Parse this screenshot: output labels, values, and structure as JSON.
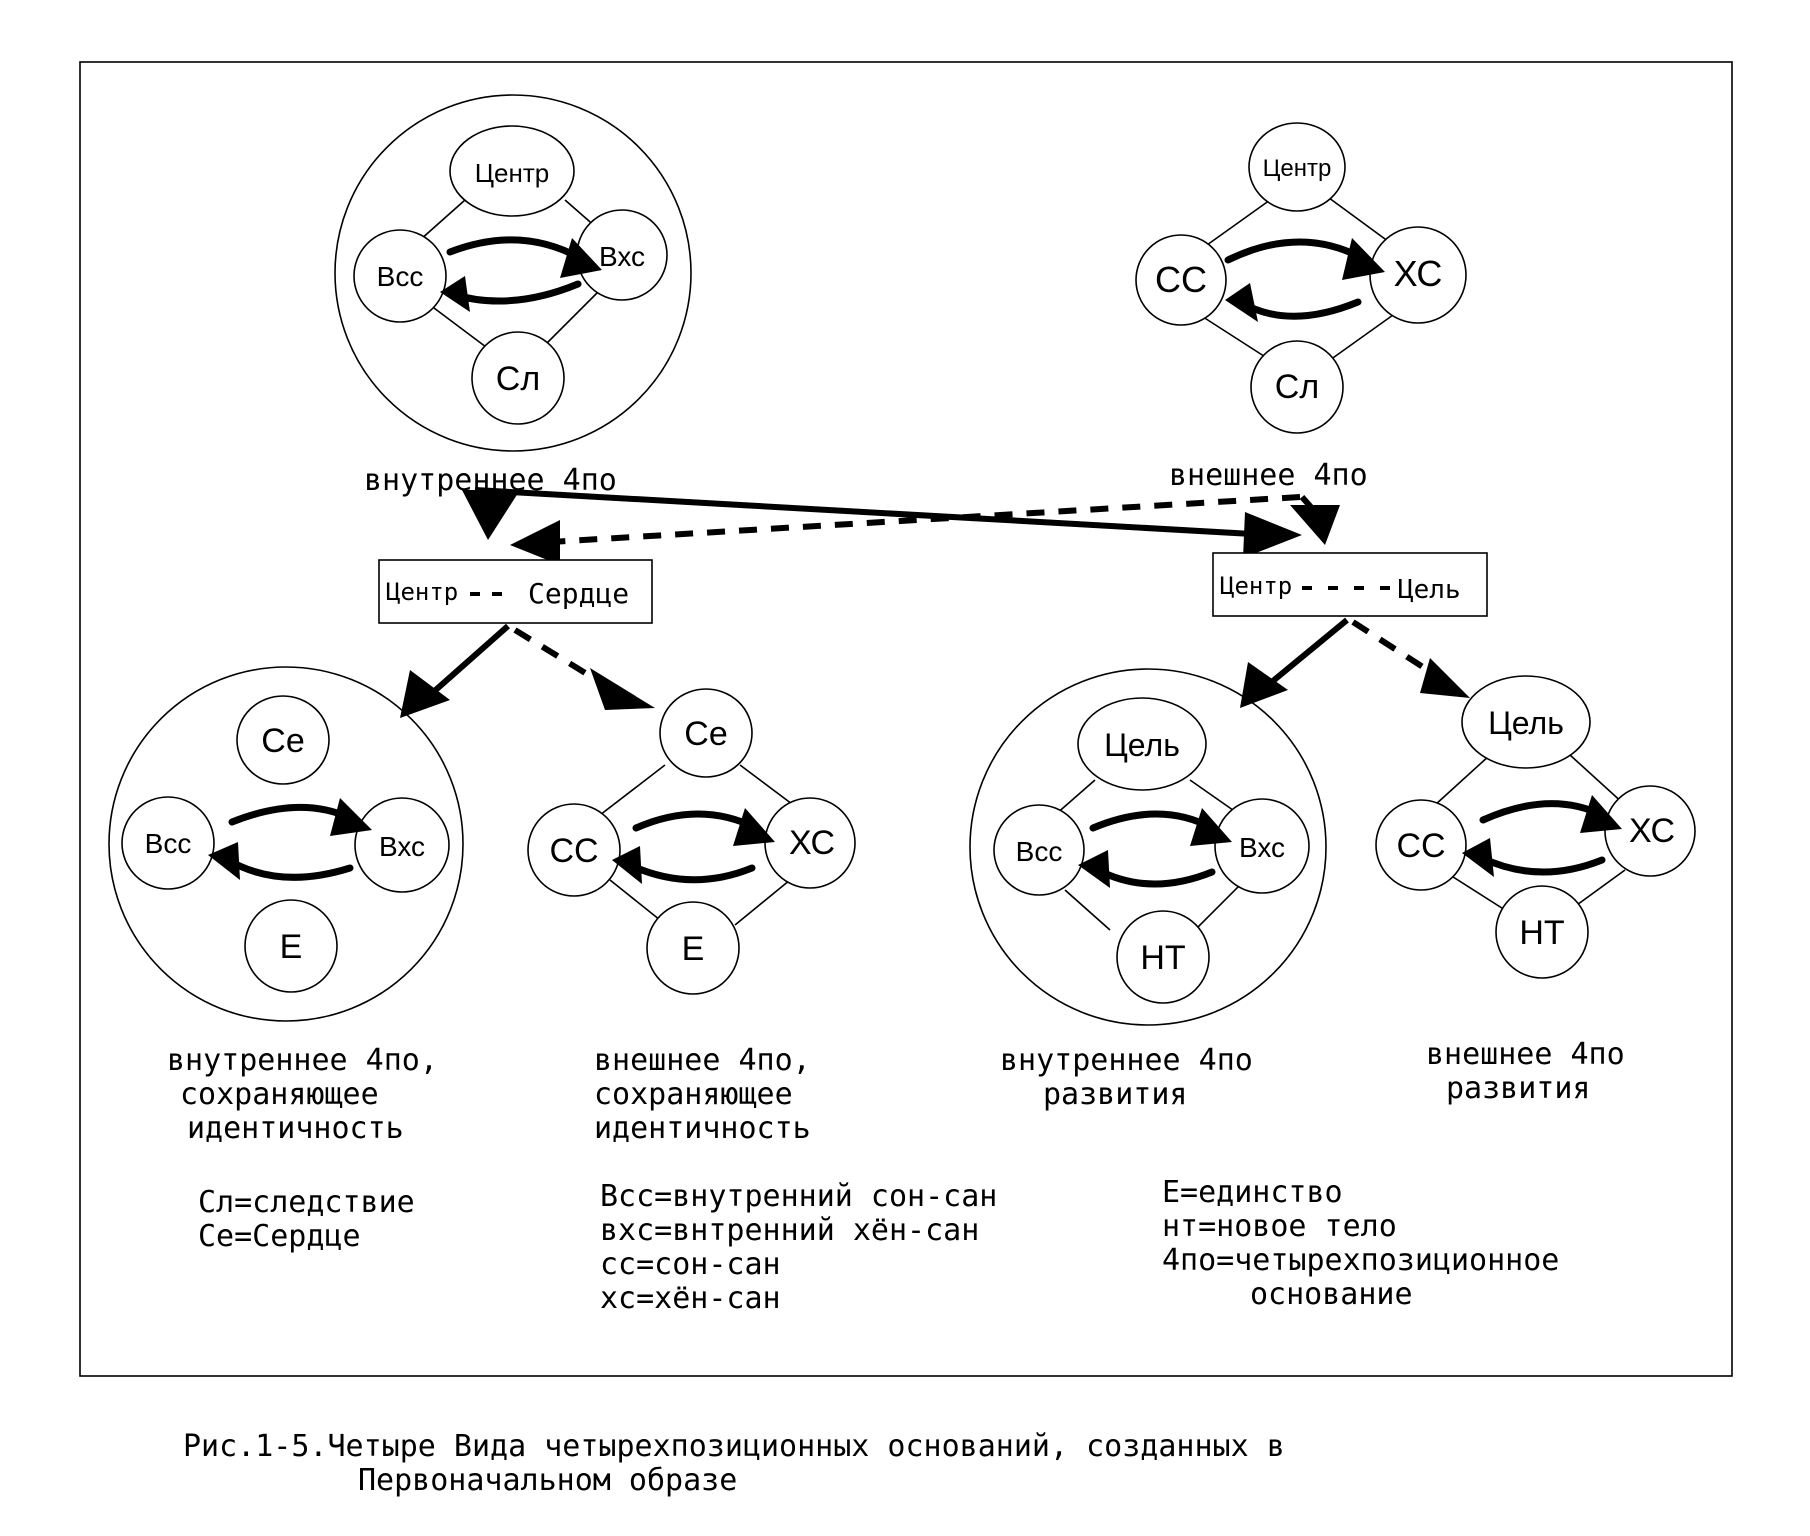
{
  "top_left": {
    "nodes": {
      "top": "Центр",
      "left": "Всс",
      "right": "Вхс",
      "bottom": "Сл"
    },
    "label": "внутреннее 4по"
  },
  "top_right": {
    "nodes": {
      "top": "Центр",
      "left": "СС",
      "right": "ХС",
      "bottom": "Сл"
    },
    "label": "внешнее 4по"
  },
  "box_left": {
    "left": "Центр",
    "right": "Сердце"
  },
  "box_right": {
    "left": "Центр",
    "right": "Цель"
  },
  "bottom": [
    {
      "nodes": {
        "top": "Се",
        "left": "Всс",
        "right": "Вхс",
        "bottom": "Е"
      },
      "label_lines": [
        "внутреннее 4по,",
        "сохраняющее",
        "идентичность"
      ]
    },
    {
      "nodes": {
        "top": "Се",
        "left": "СС",
        "right": "ХС",
        "bottom": "Е"
      },
      "label_lines": [
        "внешнее 4по,",
        "сохраняющее",
        "идентичность"
      ]
    },
    {
      "nodes": {
        "top": "Цель",
        "left": "Всс",
        "right": "Вхс",
        "bottom": "НТ"
      },
      "label_lines": [
        "внутреннее 4по",
        "развития"
      ]
    },
    {
      "nodes": {
        "top": "Цель",
        "left": "СС",
        "right": "ХС",
        "bottom": "НТ"
      },
      "label_lines": [
        "внешнее 4по",
        "развития"
      ]
    }
  ],
  "legend": {
    "col1": [
      "Сл=следствие",
      "Се=Сердце"
    ],
    "col2": [
      "Всс=внутренний сон-сан",
      "вхс=внтренний хён-сан",
      "сс=сон-сан",
      "хс=хён-сан"
    ],
    "col3": [
      "Е=единство",
      "нт=новое тело",
      "4по=четырехпозиционное",
      "основание"
    ]
  },
  "caption": [
    "Рис.1-5.Четыре Вида четырехпозиционных оснований, созданных в",
    "Первоначальном образе"
  ]
}
